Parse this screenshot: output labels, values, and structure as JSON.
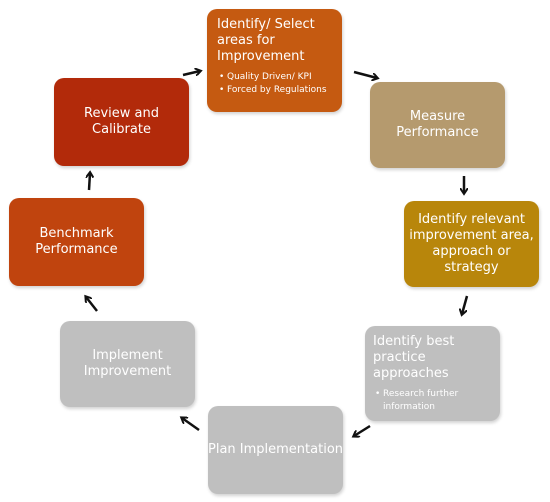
{
  "colors": {
    "identify_select": "#C55A11",
    "measure": "#B59A6E",
    "identify_relevant": "#B8860B",
    "identify_best": "#BFBFBF",
    "plan": "#BFBFBF",
    "implement": "#BFBFBF",
    "benchmark": "#C0440E",
    "review": "#B22A0A",
    "arrow": "#111111"
  },
  "steps": {
    "identify_select": {
      "title": "Identify/ Select areas for Improvement",
      "bullets": [
        "Quality Driven/ KPI",
        "Forced by Regulations"
      ]
    },
    "measure": {
      "title": "Measure Performance"
    },
    "identify_relevant": {
      "title": "Identify relevant improvement area, approach or strategy"
    },
    "identify_best": {
      "title": "Identify best practice approaches",
      "bullets": [
        "Research further information"
      ]
    },
    "plan": {
      "title": "Plan Implementation"
    },
    "implement": {
      "title": "Implement Improvement"
    },
    "benchmark": {
      "title": "Benchmark Performance"
    },
    "review": {
      "title": "Review and Calibrate"
    }
  }
}
